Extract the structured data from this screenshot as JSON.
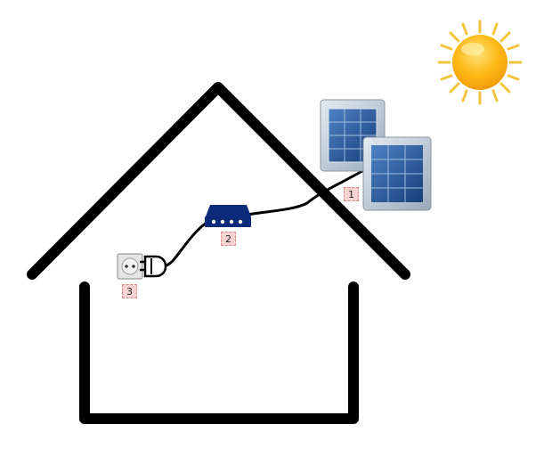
{
  "labels": {
    "solar_panels": "1",
    "inverter": "2",
    "wall_socket": "3"
  },
  "colors": {
    "house_outline": "#000000",
    "cable": "#000000",
    "sun_fill": "#fdb813",
    "sun_rays": "#f2c53d",
    "panel_blue": "#1f4f8f",
    "panel_frame": "#b9c7d4",
    "inverter_blue": "#0b2a7a",
    "label_fill": "#f9d2d2",
    "label_border": "#e08a8a"
  },
  "icons": [
    "sun-icon",
    "solar-panel-icon",
    "inverter-icon",
    "wall-socket-icon",
    "plug-icon"
  ]
}
